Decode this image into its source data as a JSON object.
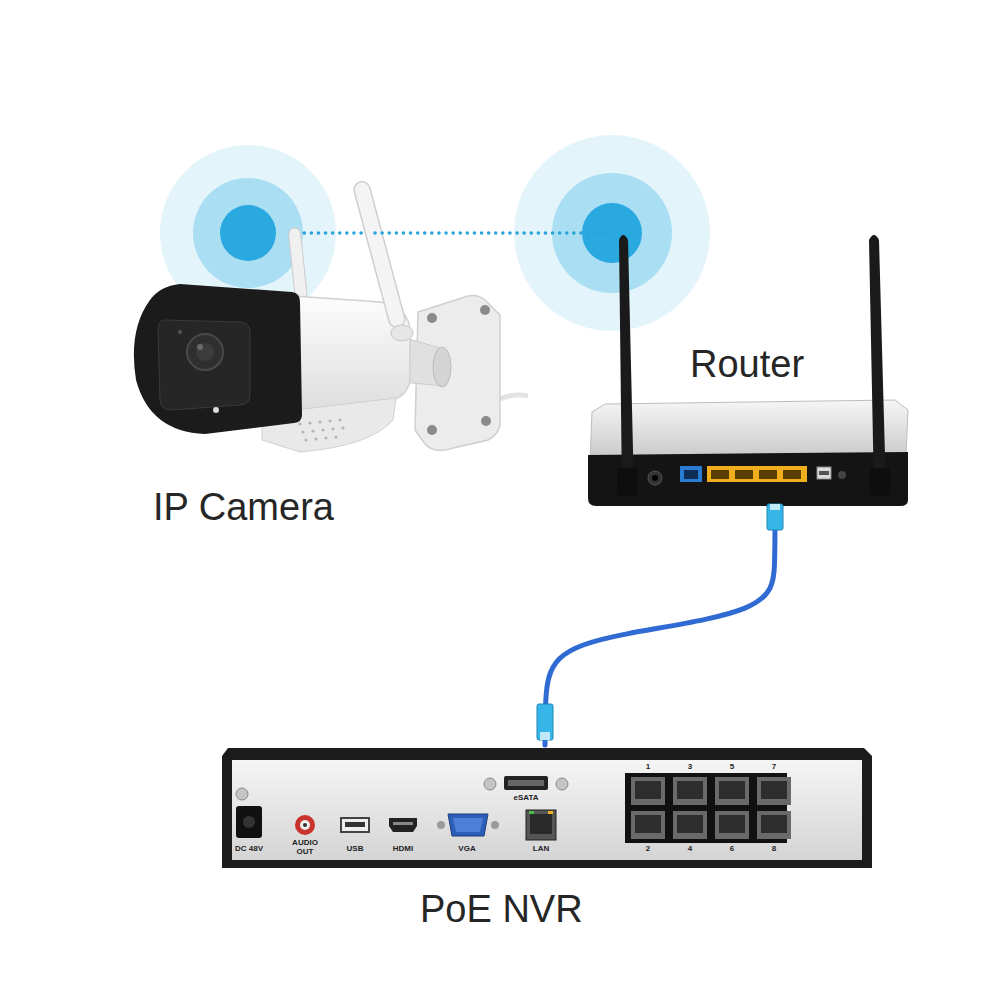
{
  "diagram": {
    "nodes": [
      {
        "text": [
          "IP Camera"
        ]
      },
      {
        "text": [
          "Router"
        ]
      },
      {
        "text": [
          "PoE NVR"
        ]
      }
    ],
    "edges": [
      {
        "from": 0,
        "to": 1,
        "arrow": "none"
      },
      {
        "from": 1,
        "to": 2,
        "arrow": "none"
      }
    ],
    "labels": [
      "DC 48V",
      "AUDIO OUT",
      "USB",
      "HDMI",
      "VGA",
      "eSATA",
      "LAN",
      "1",
      "3",
      "5",
      "7",
      "2",
      "4",
      "6",
      "8"
    ]
  }
}
